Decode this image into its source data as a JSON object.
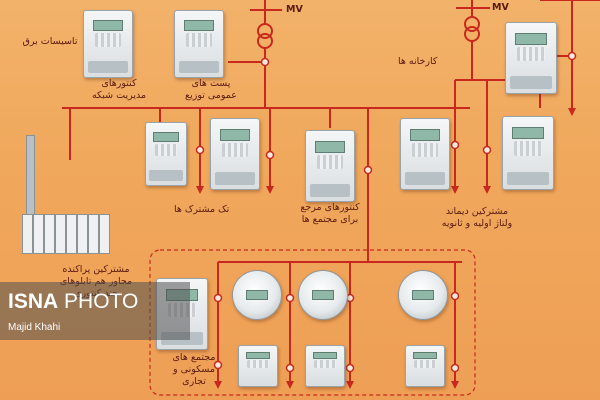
{
  "labels": {
    "tasisat_bargh": "تاسیسات برق",
    "kontorhaye_modiriyat_shabake": "کنتورهای مدیریت شبکه",
    "post_omoomi": "پست های عمومی توزیع",
    "mv_left": "MV",
    "mv_right": "MV",
    "karkhaneha": "کارخانه ها",
    "tak_moshtarakha": "تک مشترک ها",
    "kontorhaye_marja": "کنتورهای مرجع برای مجتمع ها",
    "moshtarakin_dimand": "مشترکین دیماند ولتاژ اولیه و ثانویه",
    "moshtarakin_parakande": "مشترکین پراکنده مجاور هم تابلوهای چند کنتوری",
    "mojtamaha": "مجتمع های مسکونی و تجاری"
  },
  "watermark": {
    "brand_bold": "ISNA",
    "brand_light": "PHOTO",
    "photographer": "Majid Khahi"
  },
  "colors": {
    "background": "#f0a85c",
    "wire": "#c8281e",
    "label_text": "#5a1a10",
    "meter_body": "#e8ecee",
    "display": "#8fb8a8"
  }
}
